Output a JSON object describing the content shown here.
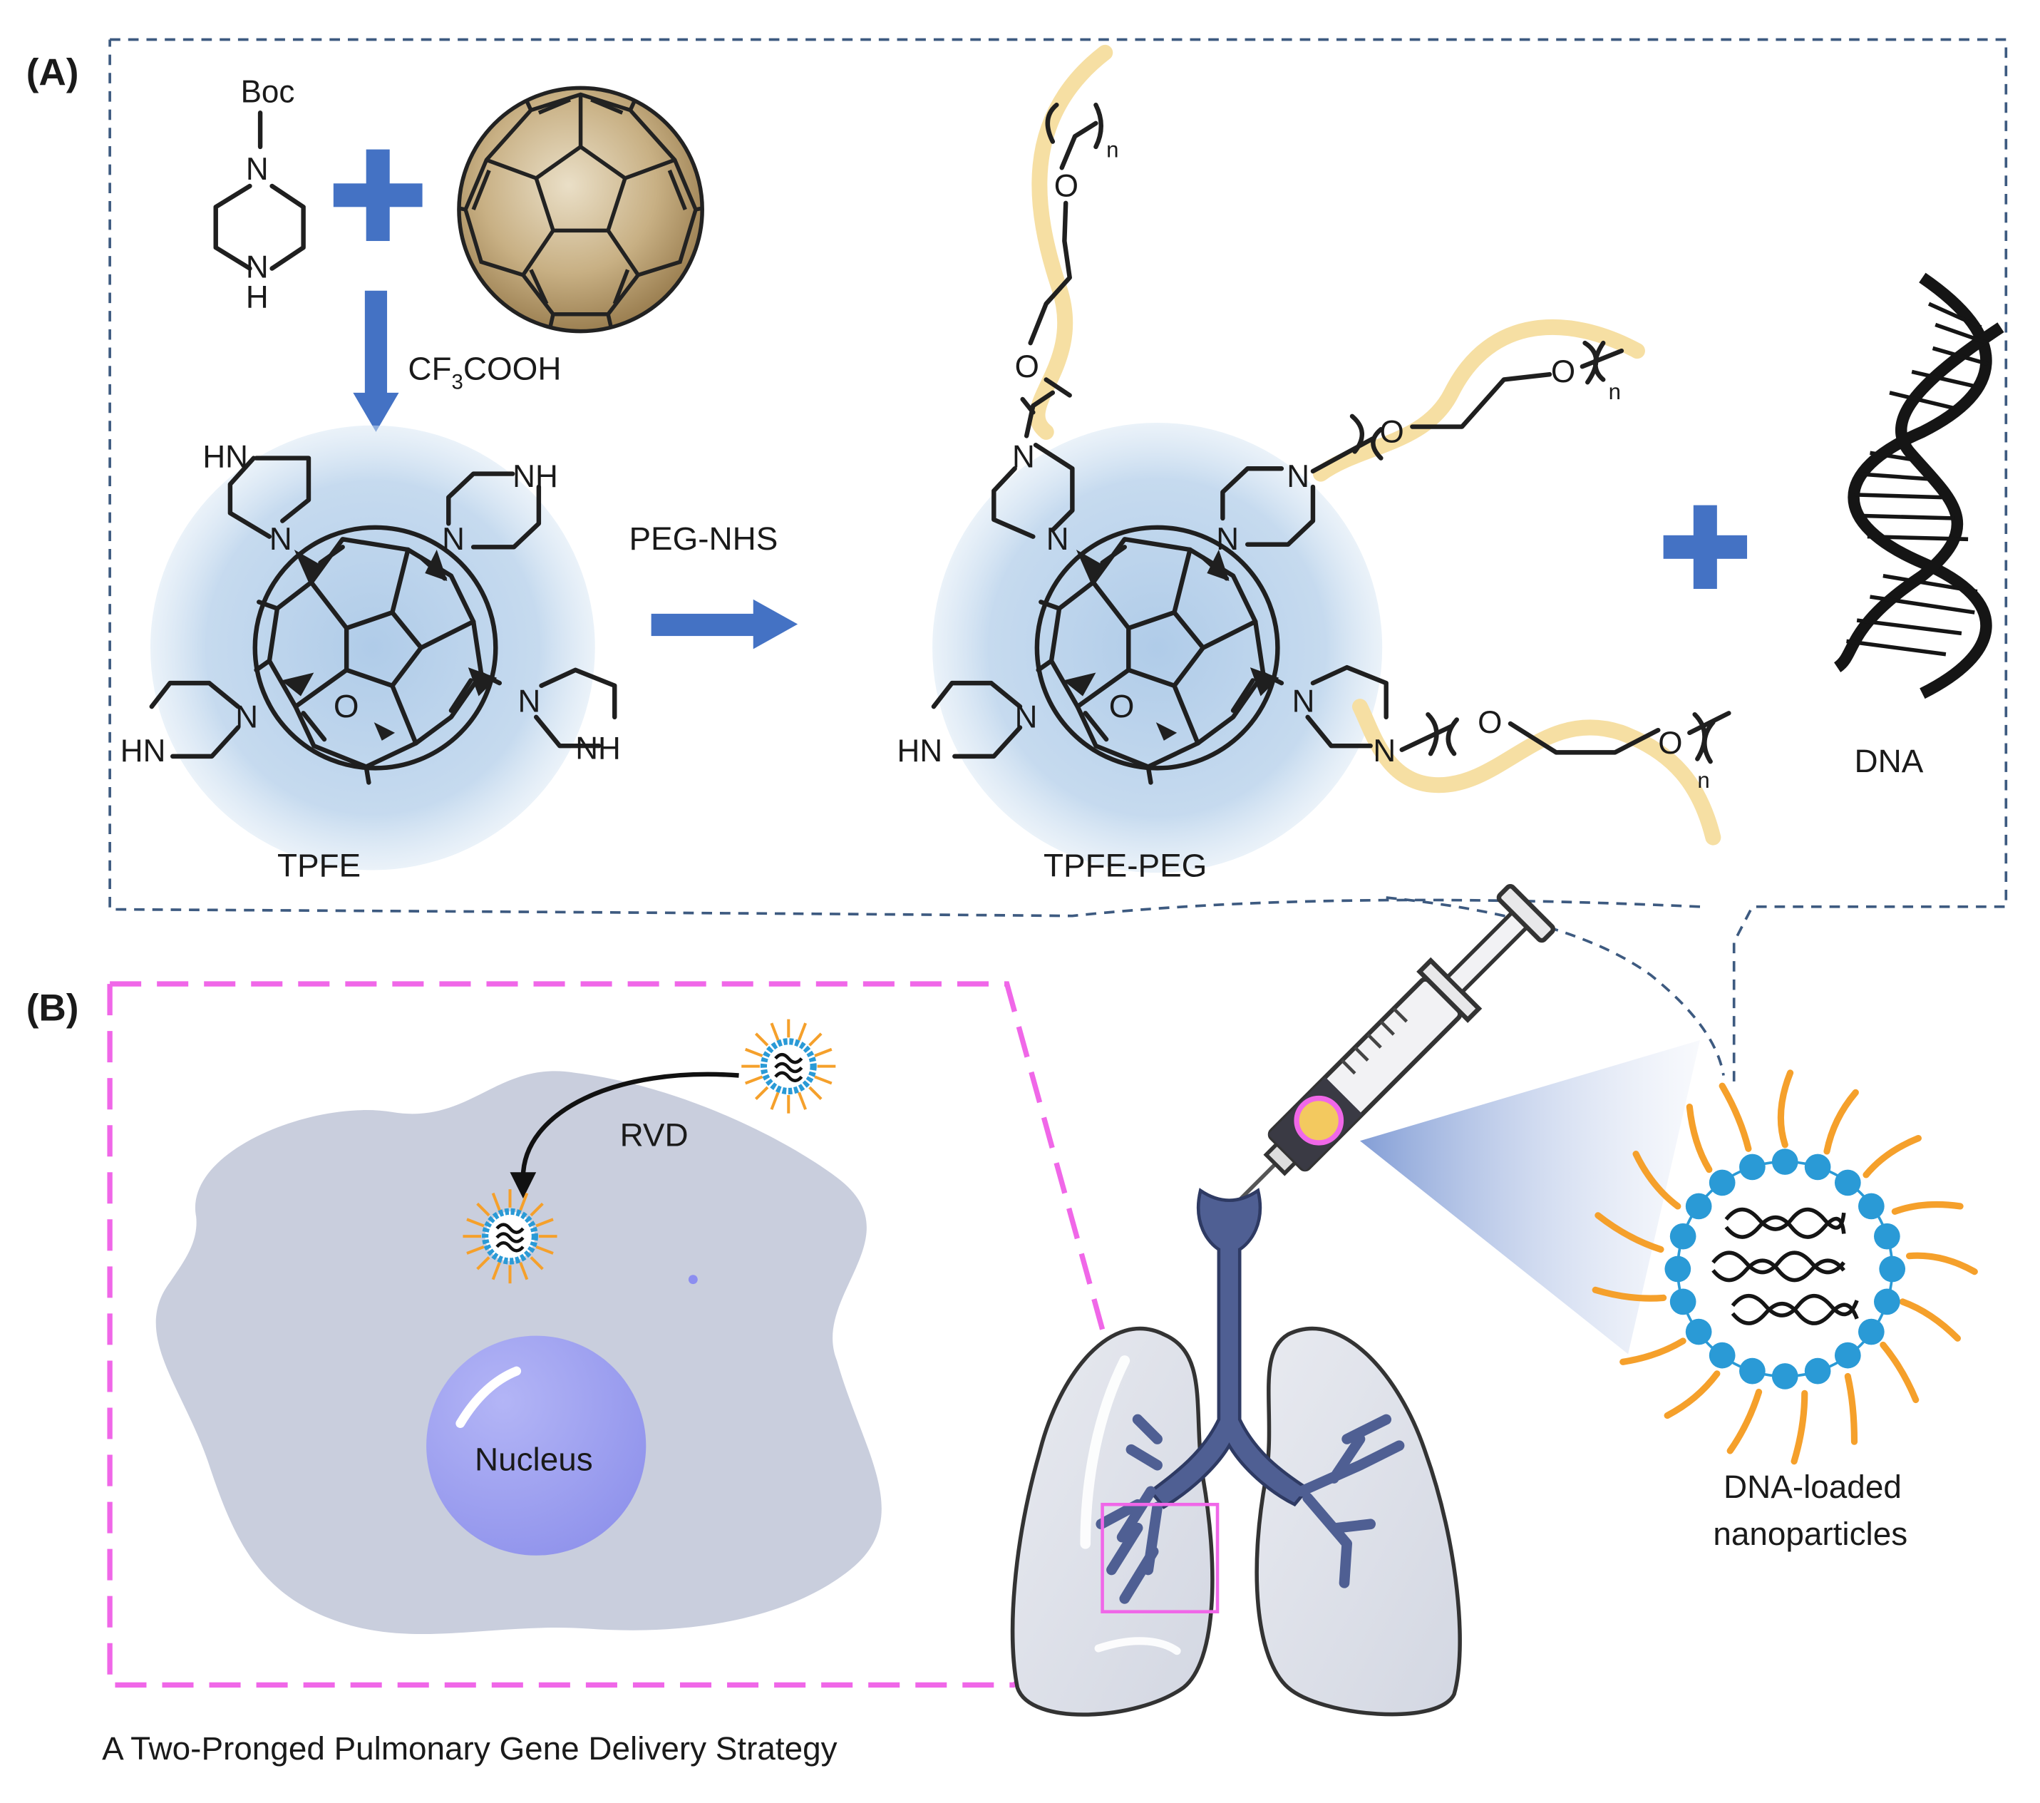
{
  "panels": {
    "a_label": "(A)",
    "b_label": "(B)"
  },
  "molecules": {
    "boc": "Boc",
    "n": "N",
    "h": "H",
    "hn": "HN",
    "nh": "NH",
    "o": "O",
    "n_sub": "n"
  },
  "reagents": {
    "cf3cooh_pre": "CF",
    "cf3cooh_sub": "3",
    "cf3cooh_post": "COOH",
    "peg_nhs": "PEG-NHS"
  },
  "products": {
    "tpfe": "TPFE",
    "tpfe_peg": "TPFE-PEG",
    "dna": "DNA"
  },
  "delivery": {
    "rvd": "RVD",
    "nucleus": "Nucleus",
    "nanoparticle_line1": "DNA-loaded",
    "nanoparticle_line2": "nanoparticles"
  },
  "caption": "A Two-Pronged Pulmonary Gene Delivery Strategy",
  "colors": {
    "plus_blue": "#4472c4",
    "halo_blue": "#a7c6e6",
    "c60_gold": "#b49a6a",
    "peg_yellow": "#f6dfa3",
    "cell_grey": "#c9cedd",
    "nucleus_purple": "#9fa2f2",
    "lung_grey": "#dfe2ea",
    "airway_blue": "#4f5f93",
    "zoom_magenta": "#f067e8",
    "dash_navy": "#3d5a80",
    "lipid_blue": "#2a9ad6",
    "tail_orange": "#f5a02b"
  },
  "icons": [
    "plus-icon",
    "arrow-icon",
    "fullerene-icon",
    "dna-helix-icon",
    "syringe-icon",
    "lungs-icon",
    "cell-icon",
    "nanoparticle-icon"
  ]
}
